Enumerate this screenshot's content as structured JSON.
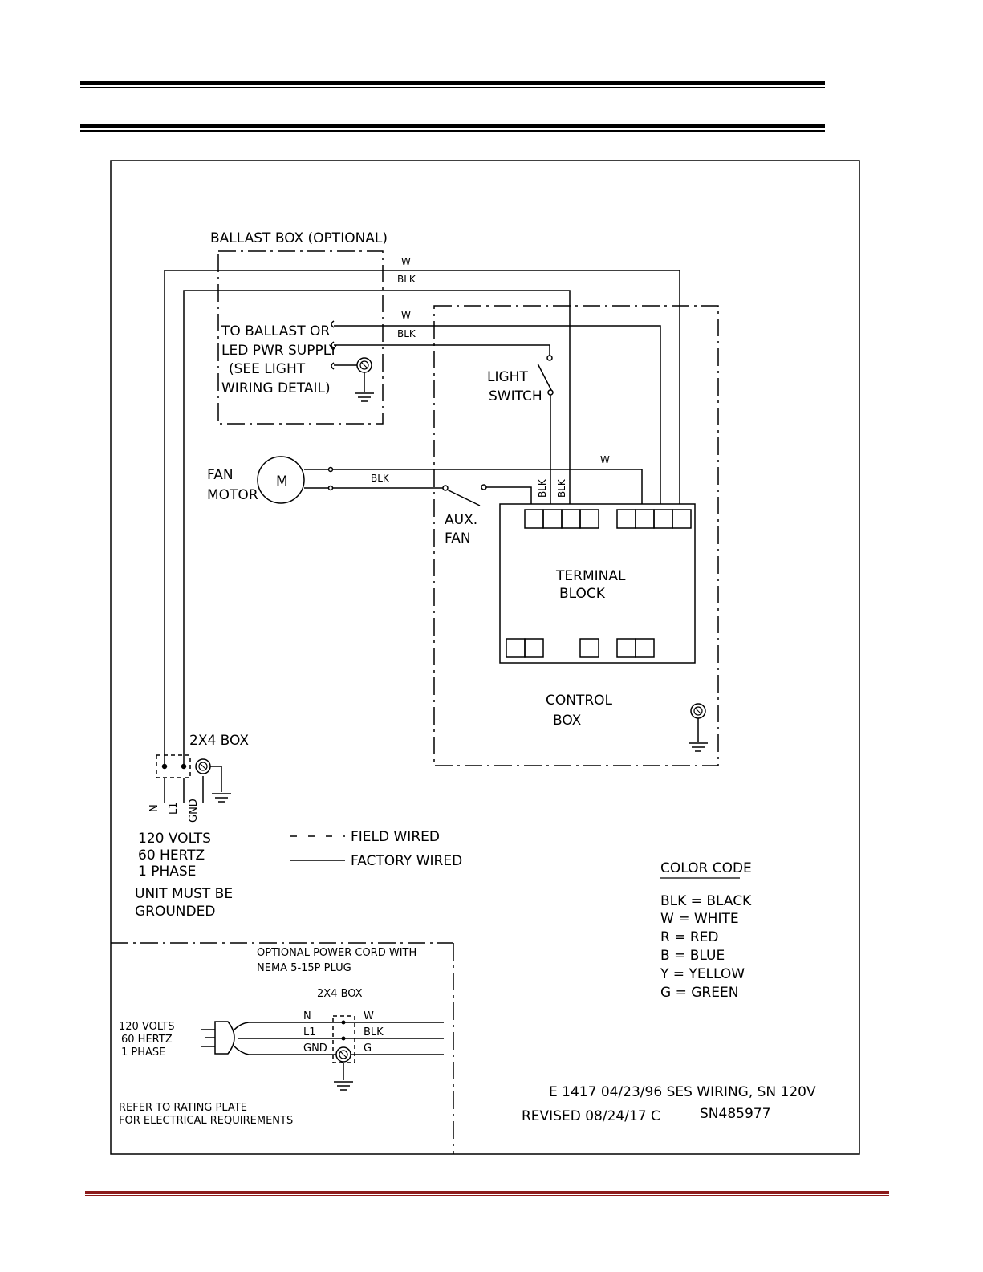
{
  "labels": {
    "ballast_box": "BALLAST BOX (OPTIONAL)",
    "to_ballast": [
      "TO BALLAST OR",
      "LED PWR SUPPLY",
      "(SEE LIGHT",
      "WIRING DETAIL)"
    ],
    "light_switch": [
      "LIGHT",
      "SWITCH"
    ],
    "fan_motor": [
      "FAN",
      "MOTOR"
    ],
    "motor_symbol": "M",
    "aux_fan": [
      "AUX.",
      "FAN"
    ],
    "terminal_block": [
      "TERMINAL",
      "BLOCK"
    ],
    "control_box": [
      "CONTROL",
      "BOX"
    ],
    "box_2x4": "2X4 BOX",
    "supply_terminals": [
      "N",
      "L1",
      "GND"
    ],
    "supply": [
      "120 VOLTS",
      "60 HERTZ",
      "1 PHASE"
    ],
    "grounded_note": [
      "UNIT MUST BE",
      "GROUNDED"
    ]
  },
  "wire_labels": {
    "top_w": "W",
    "top_blk": "BLK",
    "ballast_w": "W",
    "ballast_blk": "BLK",
    "fan_blk": "BLK",
    "fan_w": "W",
    "drop_blk_1": "BLK",
    "drop_blk_2": "BLK"
  },
  "legend": {
    "field_wired": "FIELD WIRED",
    "factory_wired": "FACTORY WIRED"
  },
  "color_code": {
    "title": "COLOR CODE",
    "entries": [
      "BLK = BLACK",
      "W = WHITE",
      "R = RED",
      "B = BLUE",
      "Y = YELLOW",
      "G = GREEN"
    ]
  },
  "power_cord": {
    "title": [
      "OPTIONAL POWER CORD WITH",
      "NEMA 5-15P PLUG"
    ],
    "box": "2X4 BOX",
    "left_terminals": [
      "N",
      "L1",
      "GND"
    ],
    "right_terminals": [
      "W",
      "BLK",
      "G"
    ],
    "supply": [
      "120 VOLTS",
      "60 HERTZ",
      "1 PHASE"
    ],
    "note": [
      "REFER TO RATING PLATE",
      "FOR ELECTRICAL REQUIREMENTS"
    ]
  },
  "title_block": {
    "drawing": "E 1417   04/23/96  SES  WIRING, SN 120V",
    "revised": "REVISED   08/24/17  C",
    "serial": "SN485977"
  },
  "colors": {
    "ink": "#000000",
    "footer_rule": "#8b1a1a"
  }
}
